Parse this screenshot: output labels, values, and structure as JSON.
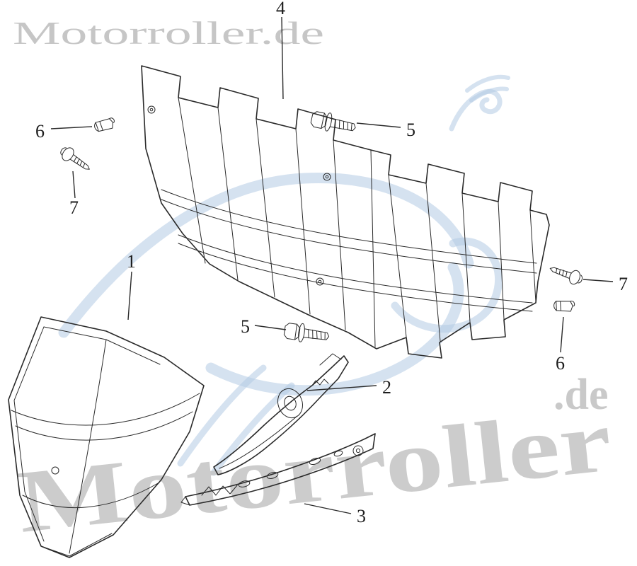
{
  "watermarks": {
    "top_left": "Motorroller.de",
    "diagonal_main": "Motorroller",
    "diagonal_suffix": ".de"
  },
  "callouts": [
    {
      "id": "louver-panel",
      "number": "4"
    },
    {
      "id": "clip-left",
      "number": "6"
    },
    {
      "id": "screw-left",
      "number": "7"
    },
    {
      "id": "bolt-top",
      "number": "5"
    },
    {
      "id": "fairing",
      "number": "1"
    },
    {
      "id": "bolt-mid",
      "number": "5"
    },
    {
      "id": "screw-right",
      "number": "7"
    },
    {
      "id": "clip-right",
      "number": "6"
    },
    {
      "id": "bracket",
      "number": "2"
    },
    {
      "id": "lower-bracket",
      "number": "3"
    }
  ],
  "colors": {
    "line": "#2a2a2a",
    "watermark_gray": "#c6c6c6",
    "watermark_blue": "#b3cbe4",
    "background": "#ffffff"
  }
}
